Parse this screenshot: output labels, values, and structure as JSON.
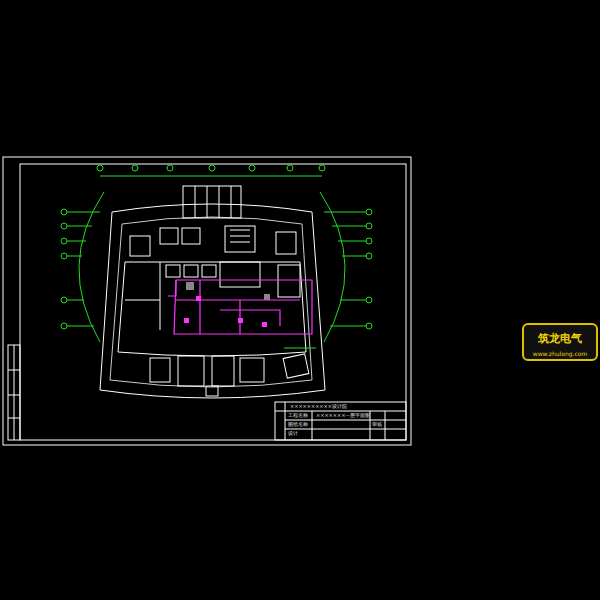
{
  "diagram": {
    "nodes": [
      {
        "text": [
          "筑龙电气",
          "www.zhulong.com"
        ]
      }
    ],
    "labels": [
      "××××××××××设计院",
      "×××××××一层平面图",
      "工程名称",
      "图纸名称",
      "设计",
      "审核"
    ]
  }
}
